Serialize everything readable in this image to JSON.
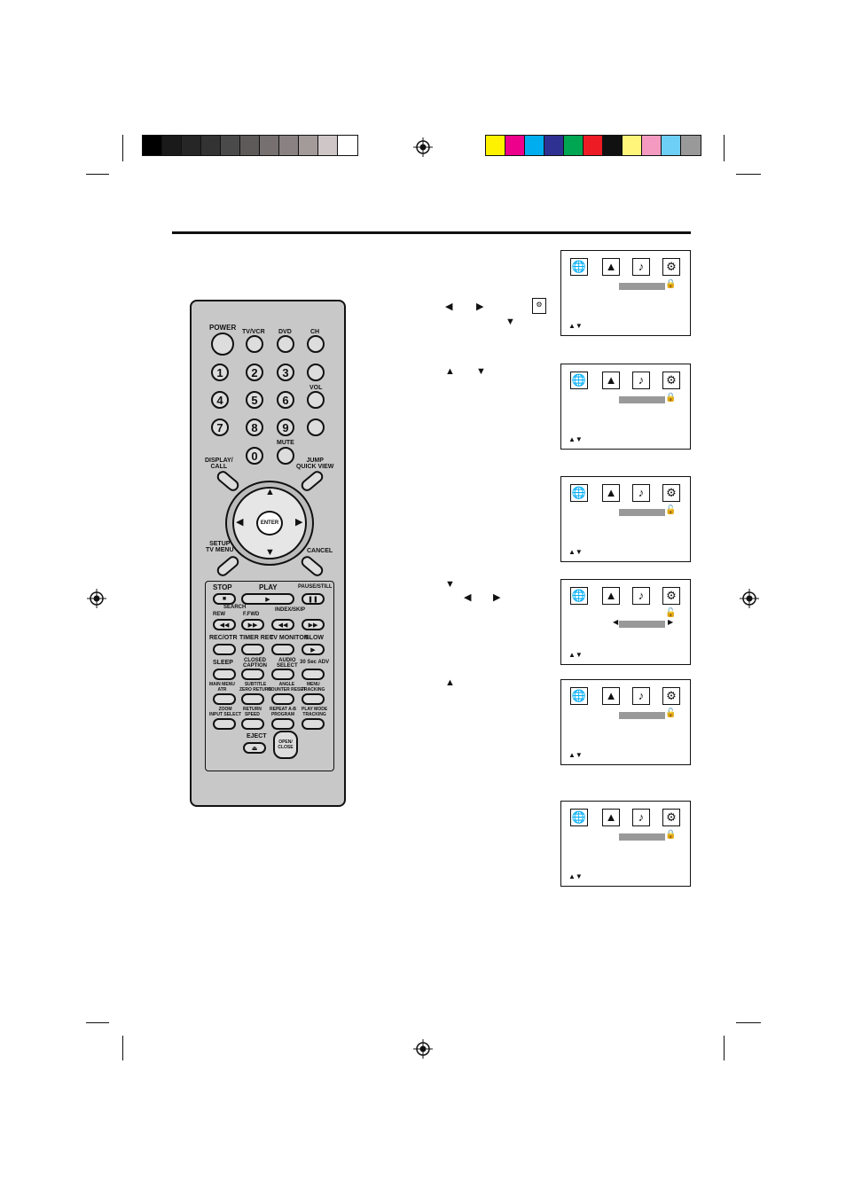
{
  "page": {
    "registration_gray": [
      "#000000",
      "#1a1a1a",
      "#262626",
      "#333333",
      "#4a4a4a",
      "#5f5a5a",
      "#767070",
      "#8a8282",
      "#a39a9a",
      "#cfc7c7",
      "#ffffff"
    ],
    "registration_color": [
      "#fff200",
      "#ec008c",
      "#00aeef",
      "#2e3192",
      "#00a651",
      "#ed1c24",
      "#111111",
      "#fff57a",
      "#f49ac1",
      "#6dcff6",
      "#999999"
    ]
  },
  "remote": {
    "power": "POWER",
    "tvvcr": "TV/VCR",
    "dvd": "DVD",
    "ch": "CH",
    "vol": "VOL",
    "mute": "MUTE",
    "display_call": "DISPLAY/\nCALL",
    "jump": "JUMP\nQUICK VIEW",
    "digits": [
      "1",
      "2",
      "3",
      "4",
      "5",
      "6",
      "7",
      "8",
      "9",
      "0"
    ],
    "enter": "ENTER",
    "setup": "SETUP\nTV MENU",
    "cancel": "CANCEL",
    "stop": "STOP",
    "play": "PLAY",
    "pause": "PAUSE/STILL",
    "search": "SEARCH",
    "rew": "REW",
    "ffwd": "F.FWD",
    "index_skip": "INDEX/SKIP",
    "rec_otr": "REC/OTR",
    "timer_rec": "TIMER REC",
    "tv_monitor": "TV MONITOR",
    "slow": "SLOW",
    "sleep": "SLEEP",
    "closed_caption": "CLOSED\nCAPTION",
    "audio_select": "AUDIO\nSELECT",
    "adv": "30 Sec ADV",
    "main_menu": "MAIN MENU\nATR",
    "subtitle": "SUBTITLE\nZERO RETURN",
    "angle": "ANGLE\nCOUNTER RESET",
    "menu_tracking": "MENU\nTRACKING",
    "zoom": "ZOOM\nINPUT SELECT",
    "return_speed": "RETURN\nSPEED",
    "repeat": "REPEAT A-B\nPROGRAM",
    "playmode": "PLAY MODE\nTRACKING",
    "eject": "EJECT",
    "open_close": "OPEN/\nCLOSE"
  },
  "screens": [
    {
      "lock": "locked",
      "nav": "▲▼"
    },
    {
      "lock": "locked",
      "nav": "▲▼"
    },
    {
      "lock": "unlocked",
      "nav": "▲▼"
    },
    {
      "lock": "unlocked",
      "nav": "▲▼",
      "selector": true
    },
    {
      "lock": "unlocked",
      "nav": "▲▼"
    },
    {
      "lock": "locked",
      "nav": "▲▼"
    }
  ],
  "steps": {
    "s1_left": "◀",
    "s1_right": "▶",
    "s1_down": "▼",
    "s2_up": "▲",
    "s2_down": "▼",
    "s4_down": "▼",
    "s4_left": "◀",
    "s4_right": "▶",
    "s5_up": "▲"
  }
}
